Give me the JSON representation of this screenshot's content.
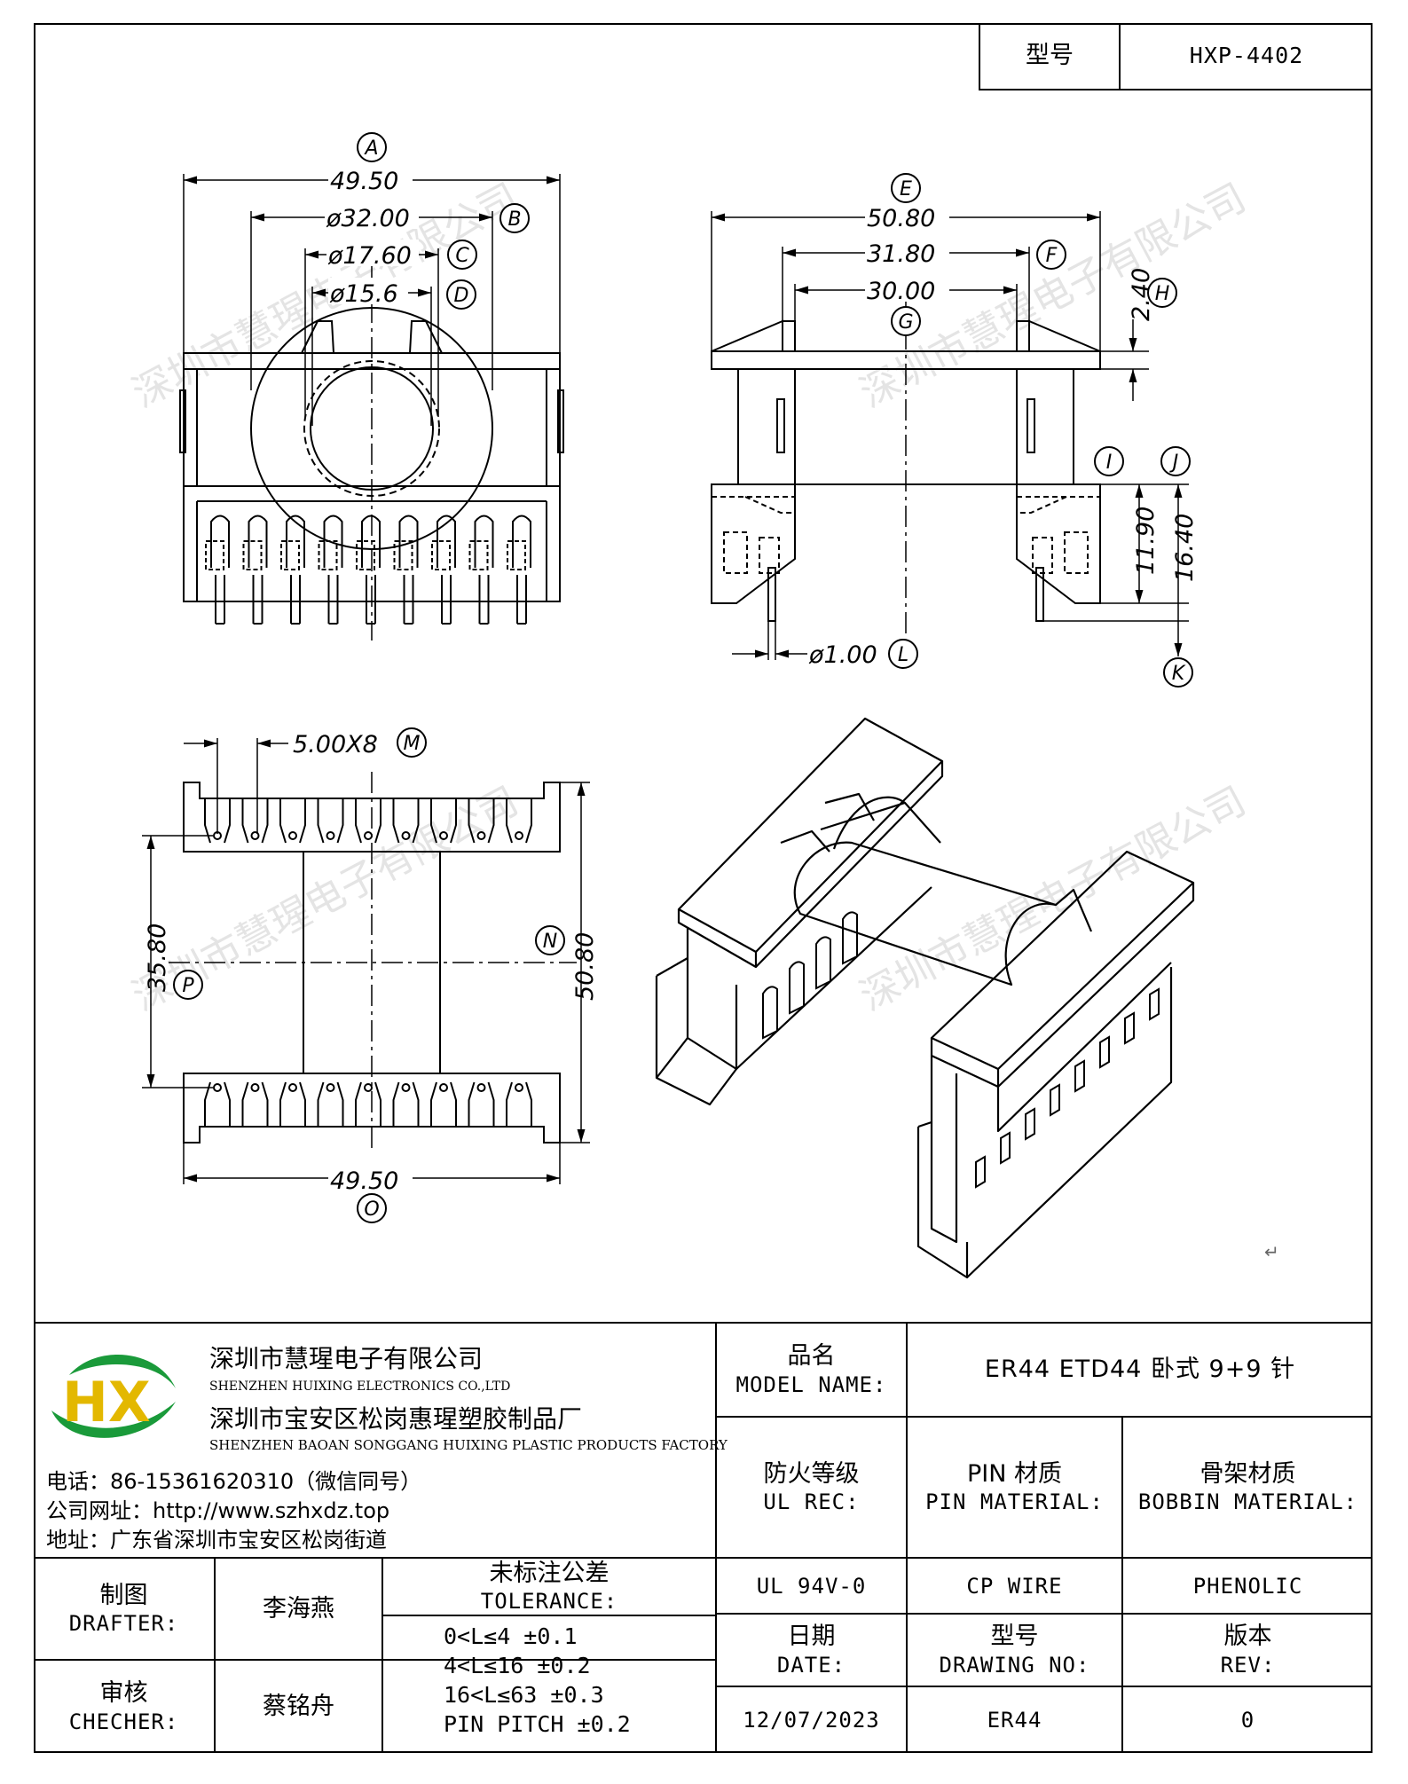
{
  "header": {
    "model_label": "型号",
    "model_value": "HXP-4402"
  },
  "drawing": {
    "front": {
      "A": "49.50",
      "B": "ø32.00",
      "C": "ø17.60",
      "D": "ø15.6"
    },
    "side": {
      "E": "50.80",
      "F": "31.80",
      "G": "30.00",
      "H": "2.40",
      "I": "11.90",
      "J": "16.40",
      "L": "ø1.00"
    },
    "bottom": {
      "M": "5.00X8",
      "N": "50.80",
      "P": "35.80",
      "O": "49.50"
    },
    "letters": [
      "A",
      "B",
      "C",
      "D",
      "E",
      "F",
      "G",
      "H",
      "I",
      "J",
      "K",
      "L",
      "M",
      "N",
      "O",
      "P"
    ]
  },
  "watermark": "深圳市慧瑆电子有限公司",
  "company": {
    "logo_text": "HX",
    "name_cn": "深圳市慧瑆电子有限公司",
    "name_en": "SHENZHEN HUIXING ELECTRONICS CO.,LTD",
    "factory_cn": "深圳市宝安区松岗惠瑆塑胶制品厂",
    "factory_en": "SHENZHEN BAOAN SONGGANG HUIXING PLASTIC PRODUCTS FACTORY",
    "phone": "电话：86-15361620310（微信同号）",
    "website": "公司网址：http://www.szhxdz.top",
    "address": "地址：广东省深圳市宝安区松岗街道"
  },
  "title_block": {
    "model_name_cn": "品名",
    "model_name_en": "MODEL NAME:",
    "model_name_value": "ER44 ETD44 卧式 9+9 针",
    "ul_cn": "防火等级",
    "ul_en": "UL REC:",
    "pin_cn": "PIN 材质",
    "pin_en": "PIN MATERIAL:",
    "bobbin_cn": "骨架材质",
    "bobbin_en": "BOBBIN MATERIAL:",
    "ul_value": "UL 94V-0",
    "pin_value": "CP WIRE",
    "bobbin_value": "PHENOLIC",
    "drafter_cn": "制图",
    "drafter_en": "DRAFTER:",
    "drafter_value": "李海燕",
    "checker_cn": "审核",
    "checker_en": "CHECHER:",
    "checker_value": "蔡铭舟",
    "tolerance_cn": "未标注公差",
    "tolerance_en": "TOLERANCE:",
    "tolerance_lines": [
      "0<L≤4  ±0.1",
      "4<L≤16 ±0.2",
      "16<L≤63 ±0.3",
      "PIN PITCH ±0.2"
    ],
    "date_cn": "日期",
    "date_en": "DATE:",
    "drawing_no_cn": "型号",
    "drawing_no_en": "DRAWING NO:",
    "rev_cn": "版本",
    "rev_en": "REV:",
    "date_value": "12/07/2023",
    "drawing_no_value": "ER44",
    "rev_value": "0"
  }
}
